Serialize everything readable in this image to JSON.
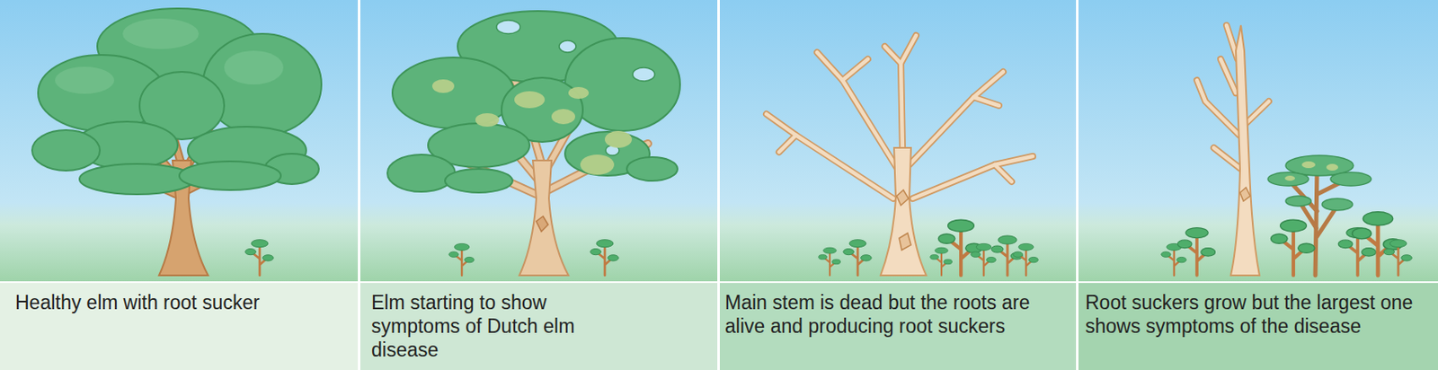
{
  "diagram": {
    "nodes": [
      {
        "text": [
          "Healthy elm with root sucker"
        ]
      },
      {
        "text": [
          "Elm starting to show symptoms of Dutch elm disease"
        ]
      },
      {
        "text": [
          "Main stem is dead but the roots are alive and producing root suckers"
        ]
      },
      {
        "text": [
          "Root suckers grow but the largest one shows symptoms of the disease"
        ]
      }
    ]
  }
}
